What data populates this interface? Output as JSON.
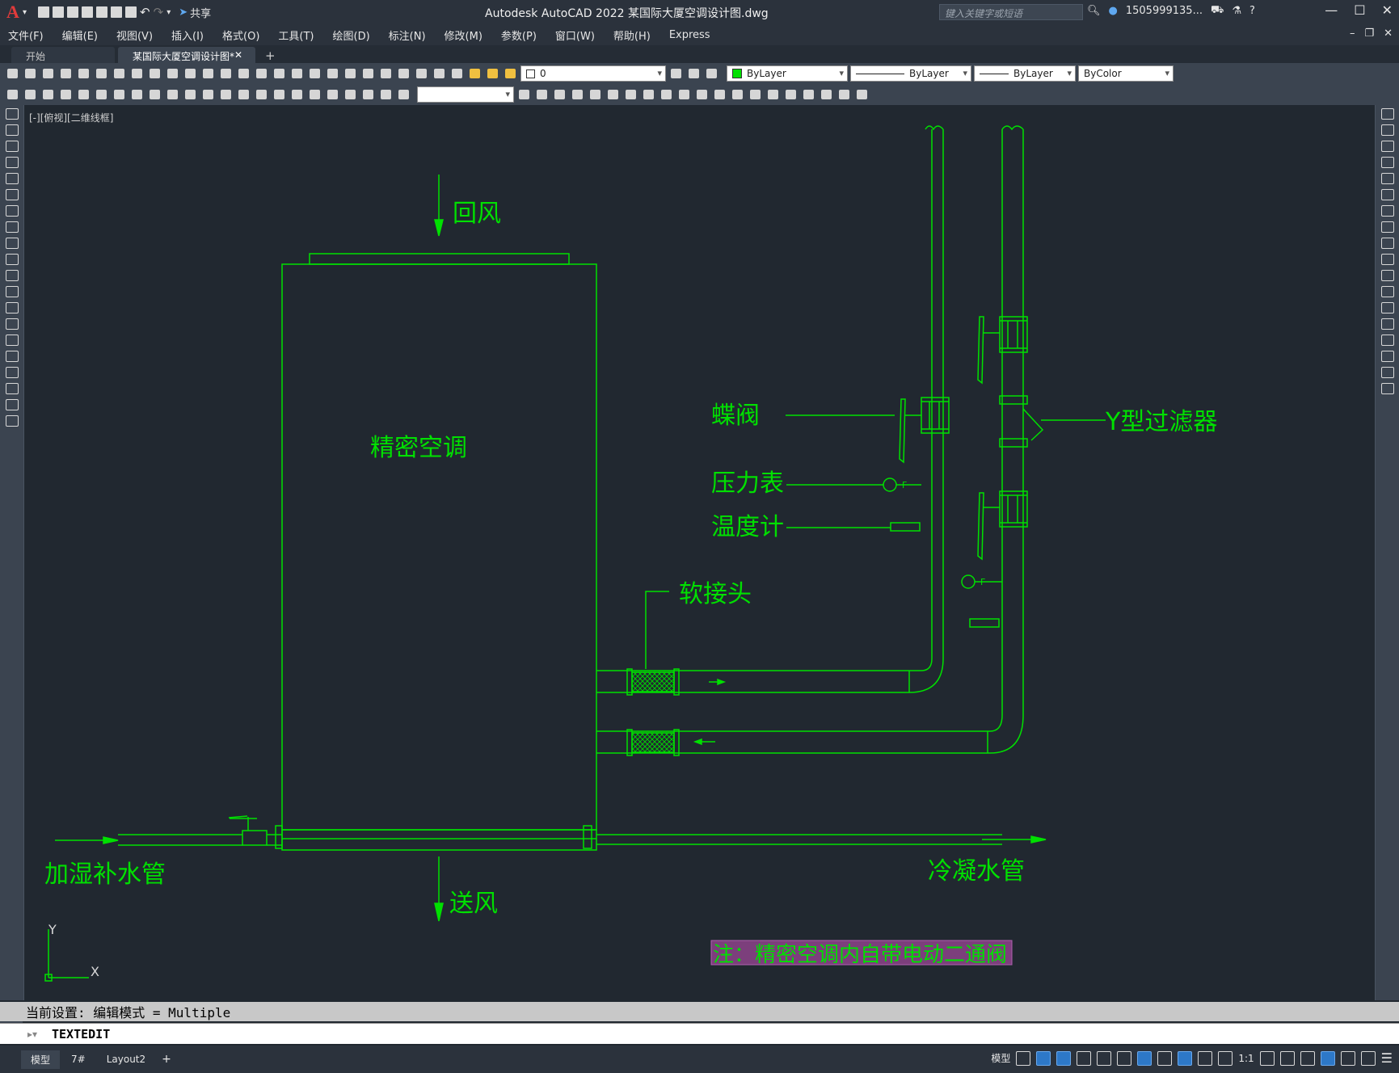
{
  "app": {
    "window_title": "Autodesk AutoCAD 2022    某国际大厦空调设计图.dwg",
    "share_label": "共享",
    "search_placeholder": "键入关键字或短语",
    "user_name": "1505999135..."
  },
  "menu": [
    "文件(F)",
    "编辑(E)",
    "视图(V)",
    "插入(I)",
    "格式(O)",
    "工具(T)",
    "绘图(D)",
    "标注(N)",
    "修改(M)",
    "参数(P)",
    "窗口(W)",
    "帮助(H)",
    "Express"
  ],
  "tabs": {
    "start": "开始",
    "document": "某国际大厦空调设计图*"
  },
  "properties": {
    "layer": "0",
    "color": "ByLayer",
    "linetype": "ByLayer",
    "lineweight": "ByLayer",
    "plotstyle": "ByColor"
  },
  "viewport_label": "[-][俯视][二维线框]",
  "drawing": {
    "labels": {
      "return_air": "回风",
      "supply_air": "送风",
      "unit": "精密空调",
      "butterfly_valve": "蝶阀",
      "pressure_gauge": "压力表",
      "thermometer": "温度计",
      "flexible_joint": "软接头",
      "y_strainer": "Y型过滤器",
      "humidifier_pipe": "加湿补水管",
      "condensate_pipe": "冷凝水管",
      "note": "注：精密空调内自带电动二通阀",
      "ucs_x": "X",
      "ucs_y": "Y"
    },
    "colors": {
      "line": "#00e000",
      "background": "#212830",
      "note_highlight": "#7c3f7c"
    }
  },
  "command": {
    "history": "当前设置: 编辑模式 = Multiple",
    "current": "TEXTEDIT"
  },
  "layout_tabs": [
    "模型",
    "7#",
    "Layout2"
  ],
  "status": {
    "model_label": "模型",
    "scale": "1:1"
  }
}
